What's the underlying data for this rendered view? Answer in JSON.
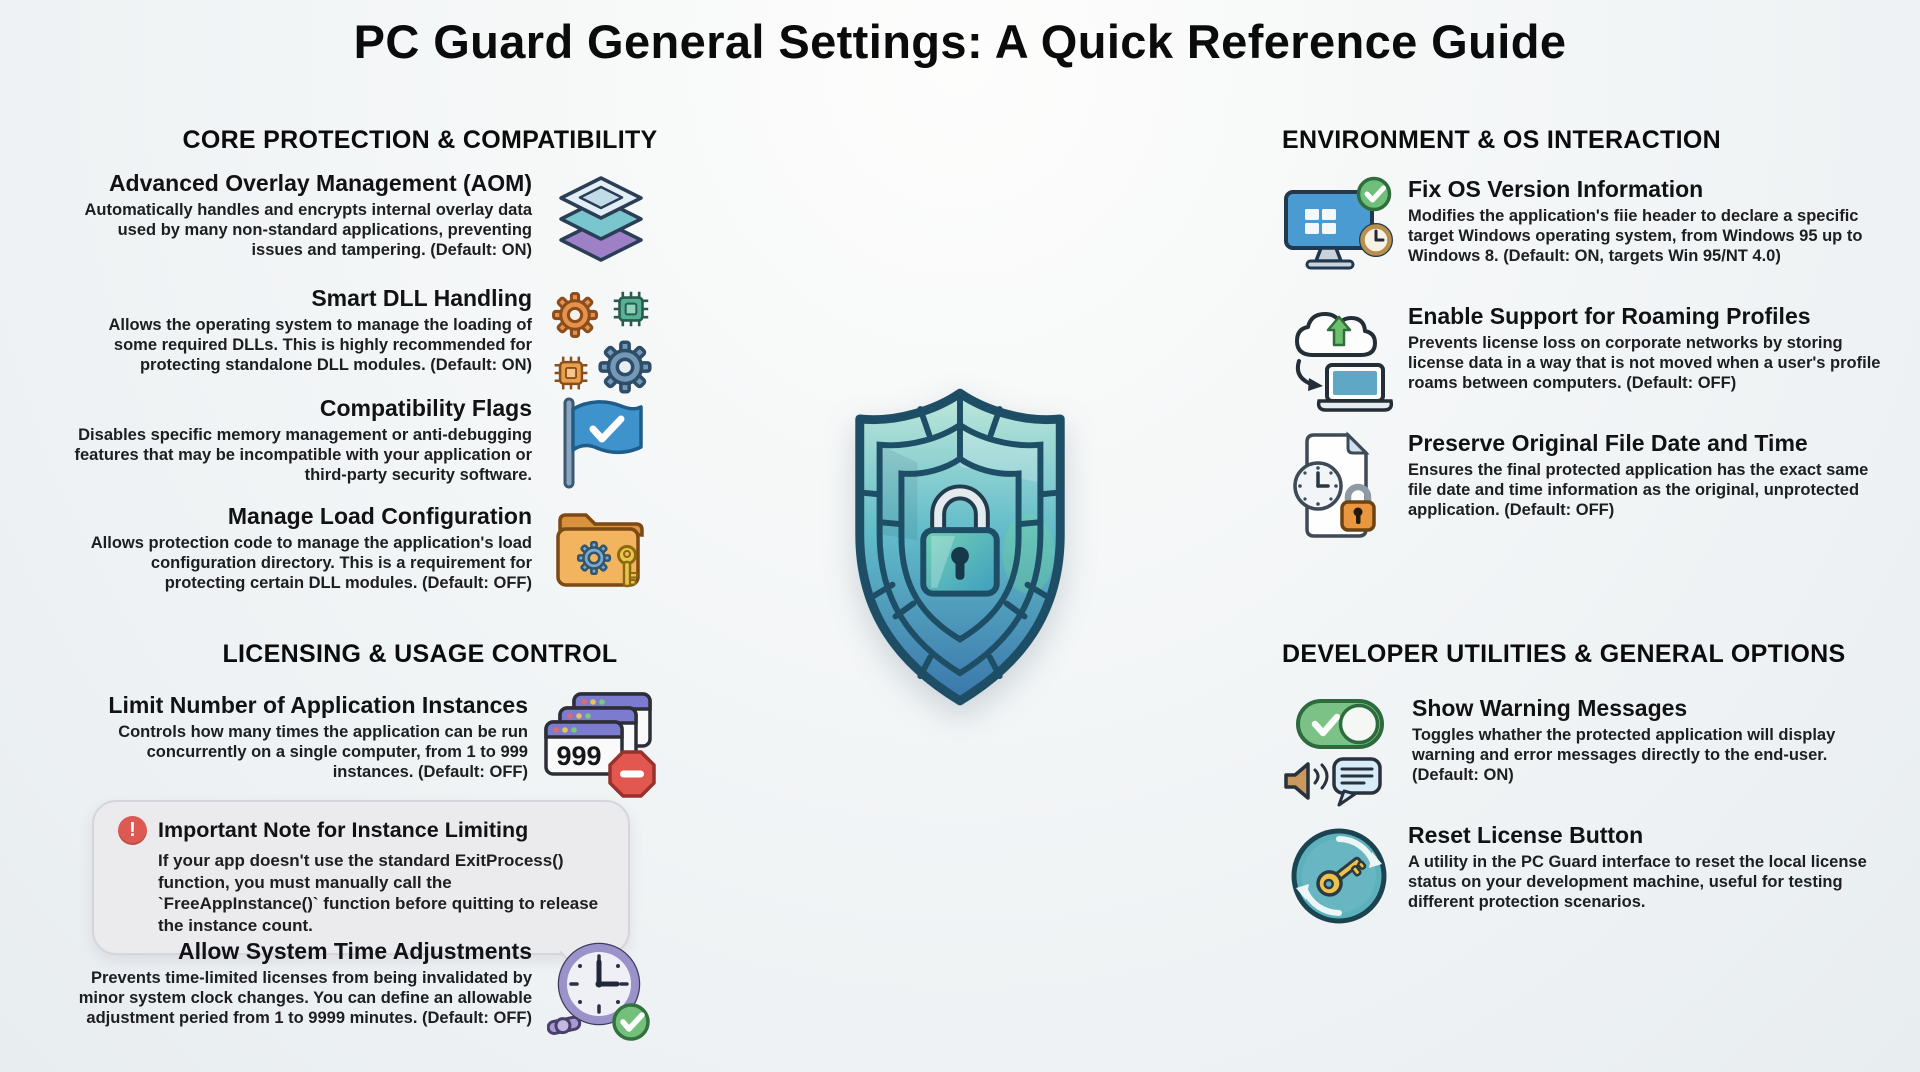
{
  "title": "PC Guard General Settings: A Quick Reference Guide",
  "colors": {
    "background": "#f1f4f6",
    "text": "#141414",
    "note_background": "#ebebee",
    "alert_red": "#dd5a52",
    "success_green": "#6fbe79",
    "shield_teal": "#5fb9c9",
    "shield_blue": "#3a76ab",
    "shield_outline": "#1e4e66",
    "folder_orange": "#f2b45e",
    "key_gold": "#ecc54e"
  },
  "center": {
    "icon": "shield-lock-icon"
  },
  "sections": {
    "core": {
      "heading": "CORE PROTECTION & COMPATIBILITY",
      "items": [
        {
          "title": "Advanced Overlay Management (AOM)",
          "desc": "Automatically handles and encrypts internal overlay data used by many non-standard applications, preventing issues and tampering. (Default: ON)",
          "icon": "layers-icon"
        },
        {
          "title": "Smart DLL Handling",
          "desc": "Allows the operating system to manage the loading of some required DLLs. This is highly recommended for protecting standalone DLL modules. (Default: ON)",
          "icon": "gears-chips-icon"
        },
        {
          "title": "Compatibility Flags",
          "desc": "Disables specific memory management or anti-debugging features that may be incompatible with your application or third-party security software.",
          "icon": "flag-check-icon"
        },
        {
          "title": "Manage Load Configuration",
          "desc": "Allows protection code to manage the application's load configuration directory. This is a requirement for protecting certain DLL modules. (Default: OFF)",
          "icon": "folder-gear-key-icon"
        }
      ]
    },
    "licensing": {
      "heading": "LICENSING & USAGE CONTROL",
      "items": [
        {
          "title": "Limit Number of Application Instances",
          "desc": "Controls how many times the application can be run concurrently on a single computer, from 1 to 999 instances. (Default: OFF)",
          "icon": "app-instances-999-icon",
          "badge": "999"
        },
        {
          "title": "Allow System Time Adjustments",
          "desc": "Prevents time-limited licenses from being invalidated by minor system clock changes. You can define an allowable adjustment peried from 1 to 9999 minutes. (Default: OFF)",
          "icon": "clock-check-icon"
        }
      ],
      "note": {
        "icon": "alert-icon",
        "title": "Important Note for Instance Limiting",
        "body": "If your app doesn't use the standard ExitProcess() function, you must manually call the `FreeAppInstance()` function before quitting to release the instance count."
      }
    },
    "environment": {
      "heading": "ENVIRONMENT & OS INTERACTION",
      "items": [
        {
          "title": "Fix OS Version Information",
          "desc": "Modifies the application's fiie header to declare a specific target Windows operating system, from Windows 95 up to Windows 8. (Default: ON, targets Win 95/NT 4.0)",
          "icon": "monitor-os-check-icon"
        },
        {
          "title": "Enable Support for Roaming Profiles",
          "desc": "Prevents license loss on corporate networks by storing license data in a way that is not moved when a user's profile roams between computers. (Default: OFF)",
          "icon": "cloud-laptop-sync-icon"
        },
        {
          "title": "Preserve Original File Date and Time",
          "desc": "Ensures the final protected application has the exact same file date and time information as the original, unprotected application. (Default: OFF)",
          "icon": "file-clock-lock-icon"
        }
      ]
    },
    "developer": {
      "heading": "DEVELOPER UTILITIES & GENERAL OPTIONS",
      "items": [
        {
          "title": "Show Warning Messages",
          "desc": "Toggles whather the protected application will display warning and error messages directly to the end-user. (Default: ON)",
          "icon": "toggle-speaker-chat-icon"
        },
        {
          "title": "Reset License Button",
          "desc": "A utility in the PC Guard interface to reset the local license status on your development machine, useful for testing different protection scenarios.",
          "icon": "reset-license-key-icon"
        }
      ]
    }
  }
}
